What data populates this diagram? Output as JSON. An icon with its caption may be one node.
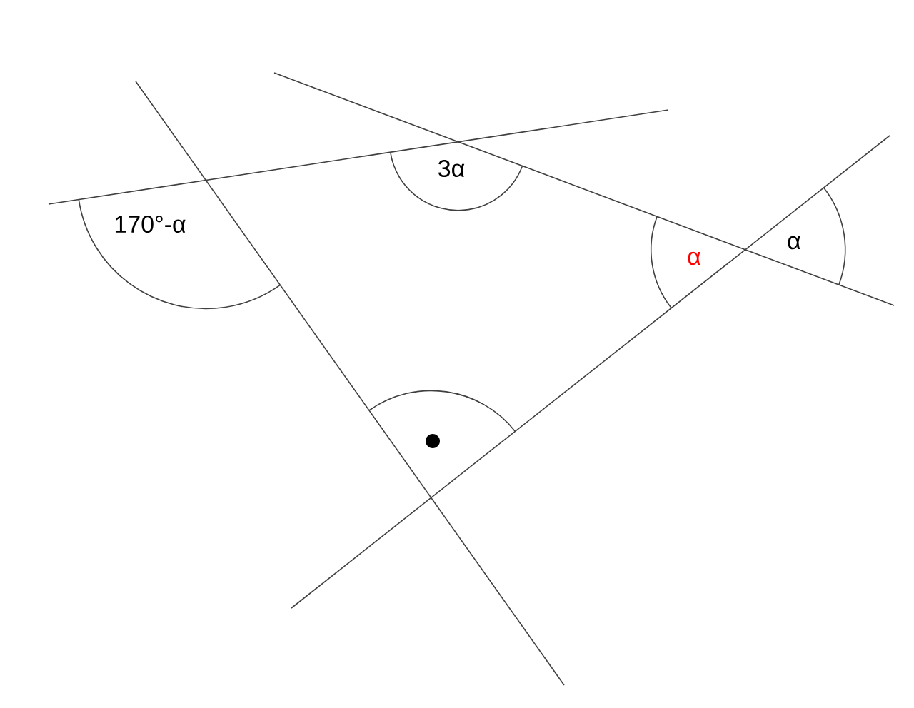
{
  "diagram": {
    "labels": [
      "170°-α",
      "3α",
      "α",
      "α"
    ]
  }
}
